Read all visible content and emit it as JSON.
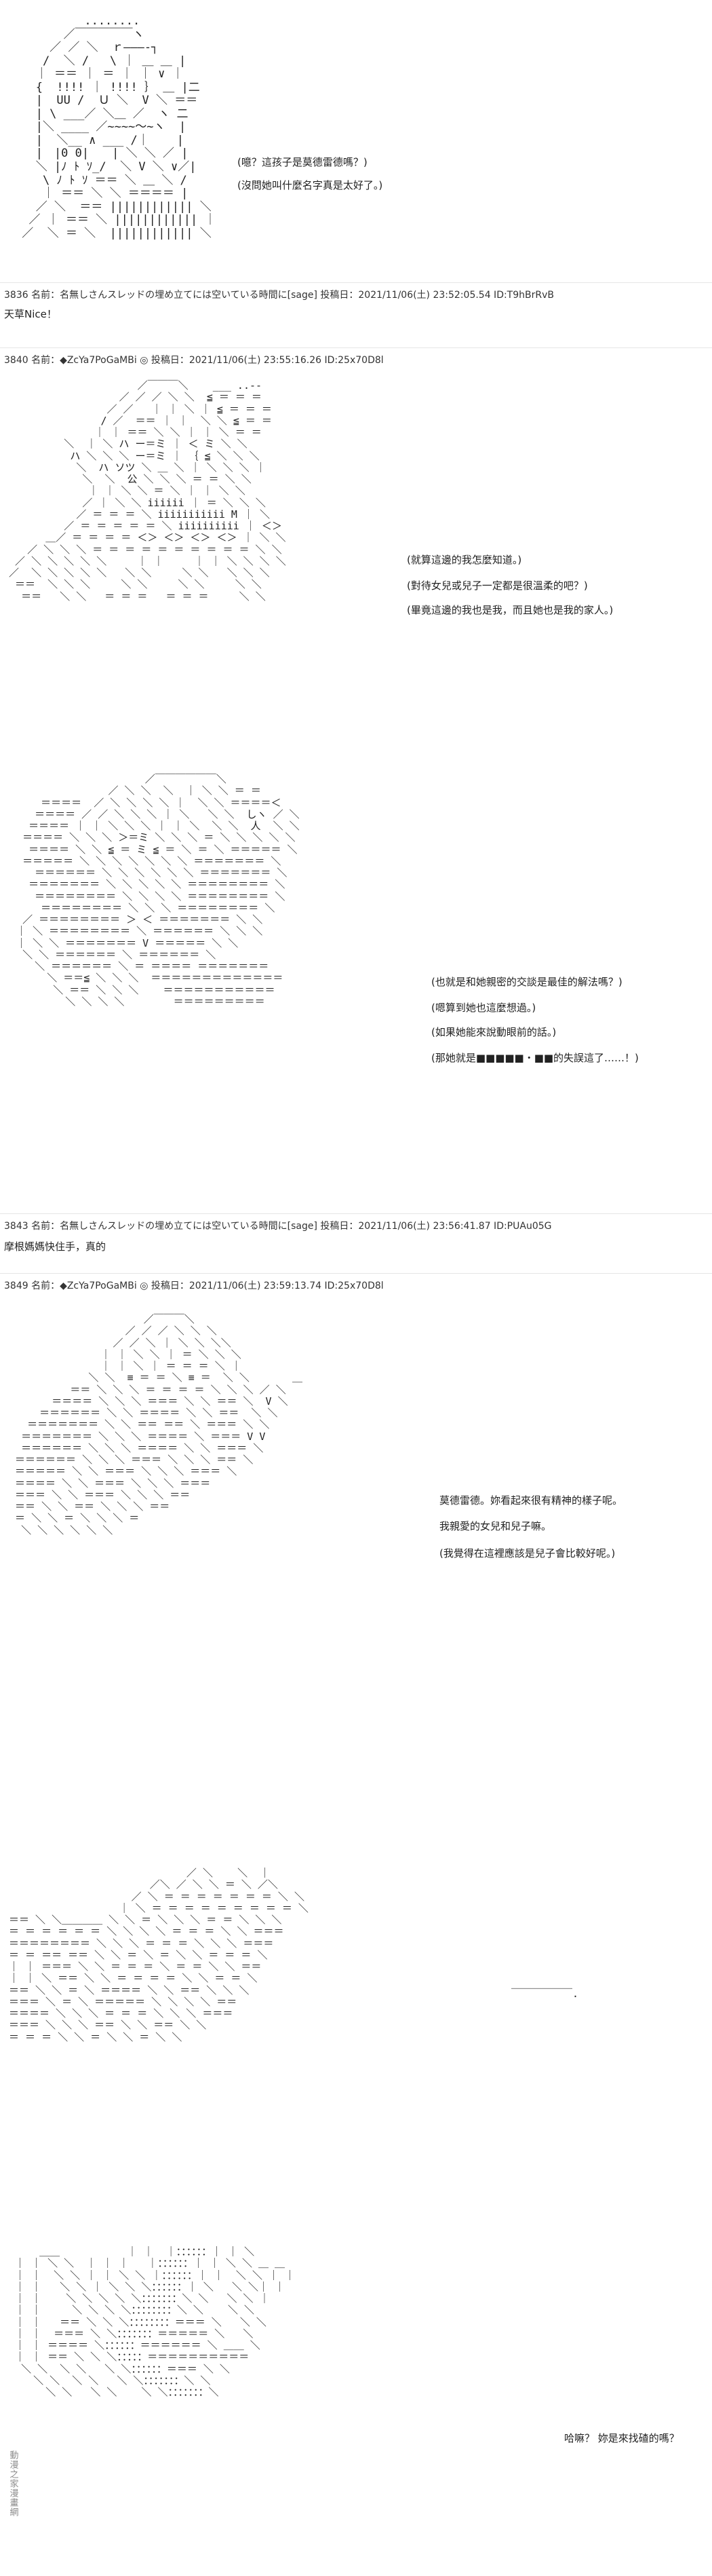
{
  "scene1": {
    "dialogue": [
      "(噫？這孩子是莫德雷德嗎？)",
      "(沒問她叫什麼名字真是太好了。)"
    ]
  },
  "post1": {
    "header": "3836 名前：名無しさんスレッドの埋め立てには空いている時間に[sage] 投稿日：2021/11/06(土) 23:52:05.54 ID:T9hBrRvB",
    "body": "天草Nice！"
  },
  "post2": {
    "header": "3840 名前：◆ZcYa7PoGaMBi ◎ 投稿日：2021/11/06(土) 23:55:16.26 ID:25x70D8l",
    "dialogue": [
      "(就算這邊的我怎麼知道。)",
      "(對待女兒或兒子一定都是很溫柔的吧？)",
      "(畢竟這邊的我也是我，而且她也是我的家人。)"
    ]
  },
  "scene3": {
    "dialogue": [
      "(也就是和她親密的交談是最佳的解法嗎？)",
      "(嗯算到她也這麼想過。)",
      "(如果她能來說動眼前的話。)",
      "(那她就是■■■■■・■■的失誤這了……！)"
    ]
  },
  "post3": {
    "header": "3843 名前：名無しさんスレッドの埋め立てには空いている時間に[sage] 投稿日：2021/11/06(土) 23:56:41.87 ID:PUAu05G",
    "body": "摩根媽媽快住手，真的"
  },
  "post4": {
    "header": "3849 名前：◆ZcYa7PoGaMBi ◎ 投稿日：2021/11/06(土) 23:59:13.74 ID:25x70D8l",
    "dialogue": [
      "莫德雷德。妳看起來很有精神的樣子呢。",
      "我親愛的女兒和兒子嘛。",
      "(我覺得在這裡應該是兒子會比較好呢。)"
    ]
  },
  "scene6": {
    "dialogue": [
      "哈嘛？ 妳是來找碴的嗎？"
    ]
  },
  "watermark": "動漫之家漫畫網"
}
